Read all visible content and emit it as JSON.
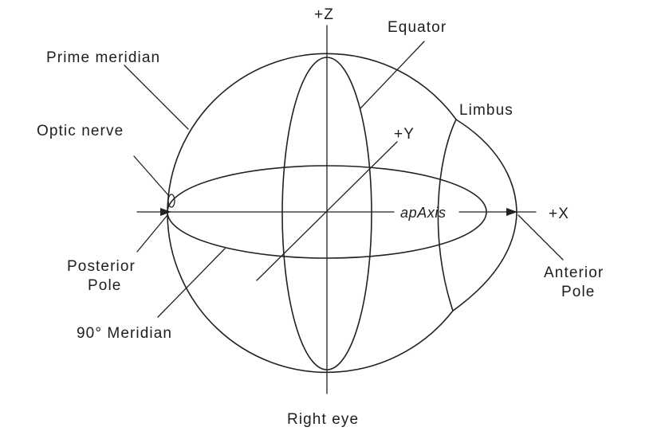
{
  "labels": {
    "plus_z": "+Z",
    "plus_y": "+Y",
    "plus_x": "+X",
    "equator": "Equator",
    "limbus": "Limbus",
    "prime_meridian": "Prime meridian",
    "optic_nerve": "Optic nerve",
    "ap_axis": "apAxis",
    "posterior_pole_line1": "Posterior",
    "posterior_pole_line2": "Pole",
    "anterior_pole_line1": "Anterior",
    "anterior_pole_line2": "Pole",
    "ninety_meridian": "90° Meridian",
    "caption": "Right eye"
  }
}
